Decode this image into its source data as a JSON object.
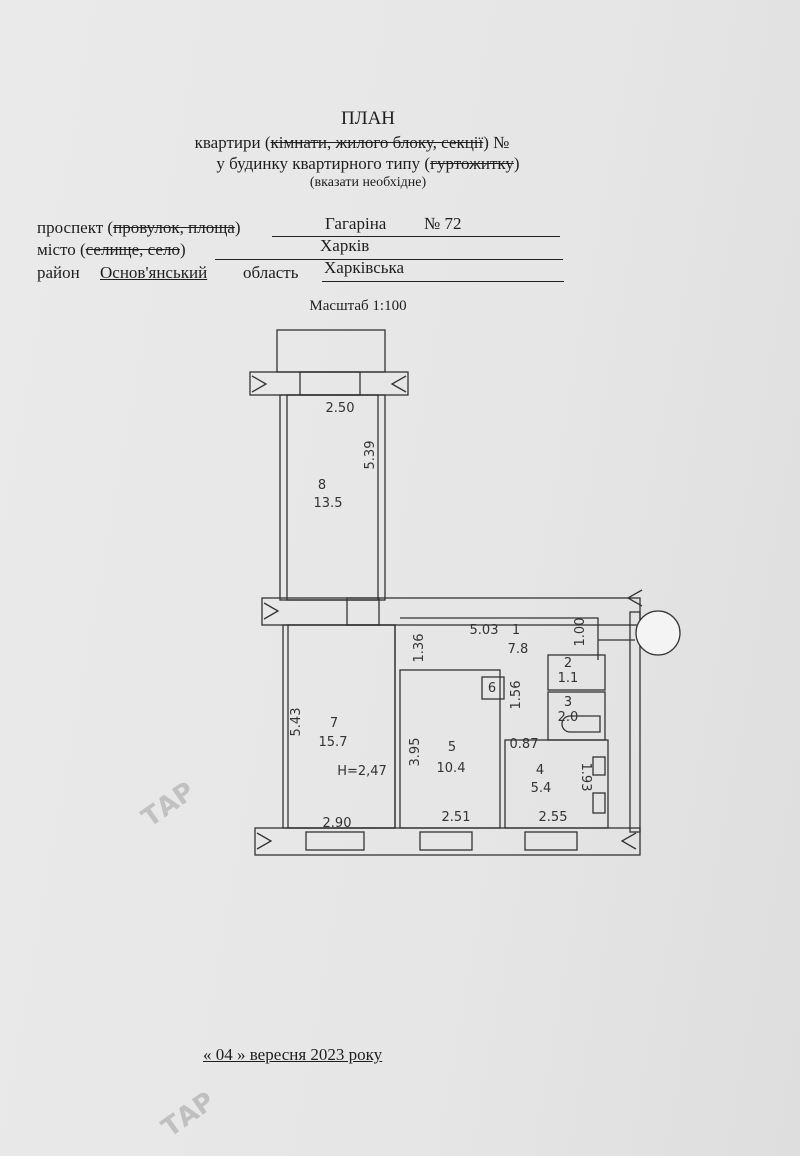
{
  "header": {
    "title": "ПЛАН",
    "line1_a": "квартири (",
    "line1_strike": "кімнати, жилого блоку, секції",
    "line1_b": ") №",
    "line2_a": "у будинку квартирного типу (",
    "line2_strike": "гуртожитку",
    "line2_b": ")",
    "line3": "(вказати необхідне)"
  },
  "address": {
    "street_label": "проспект (",
    "street_strike": "провулок, площа",
    "street_close": ")",
    "street": "Гагаріна",
    "number": "№ 72",
    "city_label": "місто (",
    "city_strike": "селище, село",
    "city_close": ")",
    "city": "Харків",
    "district_label": "район",
    "district": "Основ'янський",
    "region_label": "область",
    "region": "Харківська"
  },
  "scale": "Масштаб 1:100",
  "plan": {
    "rooms": [
      {
        "num": "8",
        "area": "13.5"
      },
      {
        "num": "1",
        "area": "7.8"
      },
      {
        "num": "2",
        "area": "1.1"
      },
      {
        "num": "3",
        "area": "2.0"
      },
      {
        "num": "6",
        "area": ""
      },
      {
        "num": "7",
        "area": "15.7"
      },
      {
        "num": "5",
        "area": "10.4"
      },
      {
        "num": "4",
        "area": "5.4"
      }
    ],
    "dims": {
      "d250": "2.50",
      "d539": "5.39",
      "d503": "5.03",
      "d136": "1.36",
      "d100": "1.00",
      "d156": "1.56",
      "d087": "0.87",
      "d543": "5.43",
      "d395": "3.95",
      "d193": "1.93",
      "d290": "2.90",
      "d251": "2.51",
      "d255": "2.55"
    },
    "height": "H=2,47"
  },
  "date": {
    "text": "« 04 »  вересня     2023 року"
  },
  "watermark": "ТАР"
}
